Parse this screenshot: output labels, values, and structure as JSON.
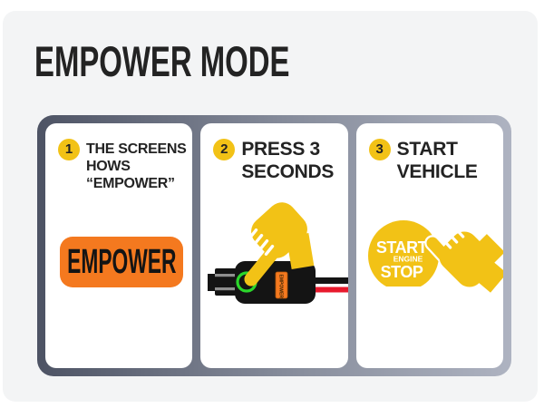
{
  "page": {
    "title": "EMPOWER MODE"
  },
  "colors": {
    "yellow": "#F2C216",
    "orange": "#F4791F",
    "green_ring": "#2BD62B",
    "wire_red": "#E8192C",
    "frame_gradient_start": "#4D5364",
    "frame_gradient_end": "#AEB3C1",
    "text_dark": "#232323",
    "page_background": "#F3F4F5",
    "device_black": "#141414"
  },
  "steps": [
    {
      "number": "1",
      "lines": [
        "THE SCREENS",
        "HOWS",
        "“EMPOWER”"
      ],
      "button_label": "EMPOWER"
    },
    {
      "number": "2",
      "lines": [
        "PRESS 3",
        "SECONDS"
      ],
      "device_label": "EMPOWER"
    },
    {
      "number": "3",
      "lines": [
        "START",
        "VEHICLE"
      ],
      "start_button_lines": [
        "START",
        "ENGINE",
        "STOP"
      ]
    }
  ]
}
